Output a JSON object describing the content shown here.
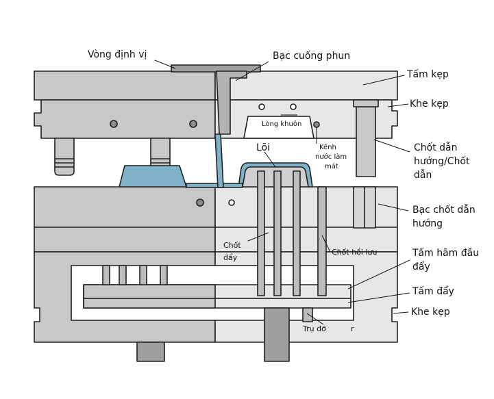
{
  "labels": {
    "locating_ring": "Vòng định vị",
    "sprue_bushing": "Bạc cuống phun",
    "clamp_plate": "Tấm kẹp",
    "clamp_slot_top": "Khe kẹp",
    "guide_pin_1": "Chốt dẫn",
    "guide_pin_2": "hướng/Chốt",
    "guide_pin_3": "dẫn",
    "cavity": "Lòng khuôn",
    "cooling_1": "Kênh",
    "cooling_2": "nước làm",
    "cooling_3": "mát",
    "core": "Lõi",
    "guide_bushing_1": "Bạc chốt dẫn",
    "guide_bushing_2": "hướng",
    "ejector_pin_1": "Chốt",
    "ejector_pin_2": "đẩy",
    "return_pin": "Chốt hồi lưu",
    "retainer_plate_1": "Tấm hãm đầu",
    "retainer_plate_2": "đẩy",
    "ejector_plate": "Tấm đẩy",
    "clamp_slot_bottom": "Khe kẹp",
    "support_pillar": "Trụ đỡ",
    "stray_char": "r"
  },
  "colors": {
    "plate_dark": "#c8c8c8",
    "plate_light": "#e7e7e7",
    "outline": "#1f1f1f",
    "plastic": "#7fb2c9",
    "pin": "#bdbdbd"
  }
}
